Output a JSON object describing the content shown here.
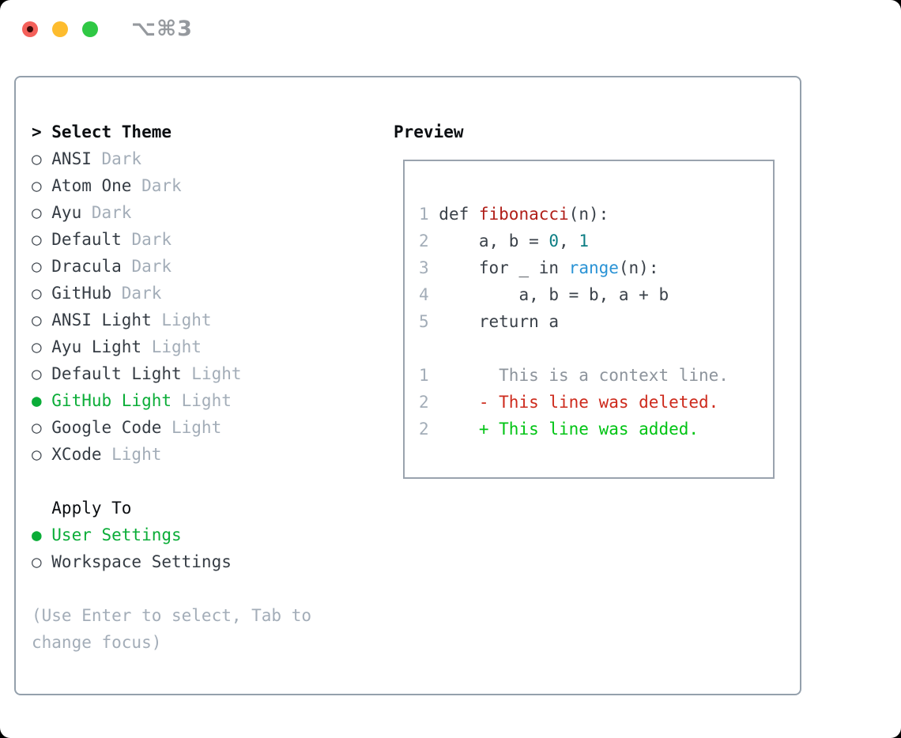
{
  "window": {
    "title_shortcut": "⌥⌘3",
    "traffic_lights": [
      "close",
      "minimize",
      "zoom"
    ]
  },
  "picker": {
    "prompt": ">",
    "title": "Select Theme",
    "themes": [
      {
        "label": "ANSI",
        "tag": "Dark",
        "selected": false
      },
      {
        "label": "Atom One",
        "tag": "Dark",
        "selected": false
      },
      {
        "label": "Ayu",
        "tag": "Dark",
        "selected": false
      },
      {
        "label": "Default",
        "tag": "Dark",
        "selected": false
      },
      {
        "label": "Dracula",
        "tag": "Dark",
        "selected": false
      },
      {
        "label": "GitHub",
        "tag": "Dark",
        "selected": false
      },
      {
        "label": "ANSI Light",
        "tag": "Light",
        "selected": false
      },
      {
        "label": "Ayu Light",
        "tag": "Light",
        "selected": false
      },
      {
        "label": "Default Light",
        "tag": "Light",
        "selected": false
      },
      {
        "label": "GitHub Light",
        "tag": "Light",
        "selected": true
      },
      {
        "label": "Google Code",
        "tag": "Light",
        "selected": false
      },
      {
        "label": "XCode",
        "tag": "Light",
        "selected": false
      }
    ],
    "apply_to": {
      "title": "Apply To",
      "options": [
        {
          "label": "User Settings",
          "selected": true
        },
        {
          "label": "Workspace Settings",
          "selected": false
        }
      ]
    },
    "hint": "(Use Enter to select, Tab to change focus)"
  },
  "preview": {
    "title": "Preview",
    "lines": [
      {
        "num": "1",
        "segs": [
          [
            "fg",
            " def "
          ],
          [
            "fn",
            "fibonacci"
          ],
          [
            "fg",
            "(n):"
          ]
        ]
      },
      {
        "num": "2",
        "segs": [
          [
            "fg",
            "     a, b = "
          ],
          [
            "lit",
            "0"
          ],
          [
            "fg",
            ", "
          ],
          [
            "lit",
            "1"
          ]
        ]
      },
      {
        "num": "3",
        "segs": [
          [
            "fg",
            "     for _ in "
          ],
          [
            "builtin",
            "range"
          ],
          [
            "fg",
            "(n):"
          ]
        ]
      },
      {
        "num": "4",
        "segs": [
          [
            "fg",
            "         a, b = b, a + b"
          ]
        ]
      },
      {
        "num": "5",
        "segs": [
          [
            "fg",
            "     return a"
          ]
        ]
      },
      {
        "num": "",
        "segs": []
      },
      {
        "num": "1",
        "segs": [
          [
            "ctx",
            "       This is a context line."
          ]
        ]
      },
      {
        "num": "2",
        "segs": [
          [
            "del",
            "     - This line was deleted."
          ]
        ]
      },
      {
        "num": "2",
        "segs": [
          [
            "add",
            "     + This line was added."
          ]
        ]
      }
    ]
  },
  "colors": {
    "accent_green": "#0bad38",
    "fg": "#3a4149",
    "muted": "#a3adb8",
    "fn_red": "#b01e18",
    "literal_teal": "#0d7e84",
    "builtin_blue": "#2a93d5",
    "context_gray": "#8d949c",
    "deleted_red": "#cd2a1c",
    "added_green": "#00c414",
    "panel_border": "#94a0ac",
    "traffic_red": "#f4605a",
    "traffic_yellow": "#fdbc2e",
    "traffic_green": "#2fc844"
  }
}
